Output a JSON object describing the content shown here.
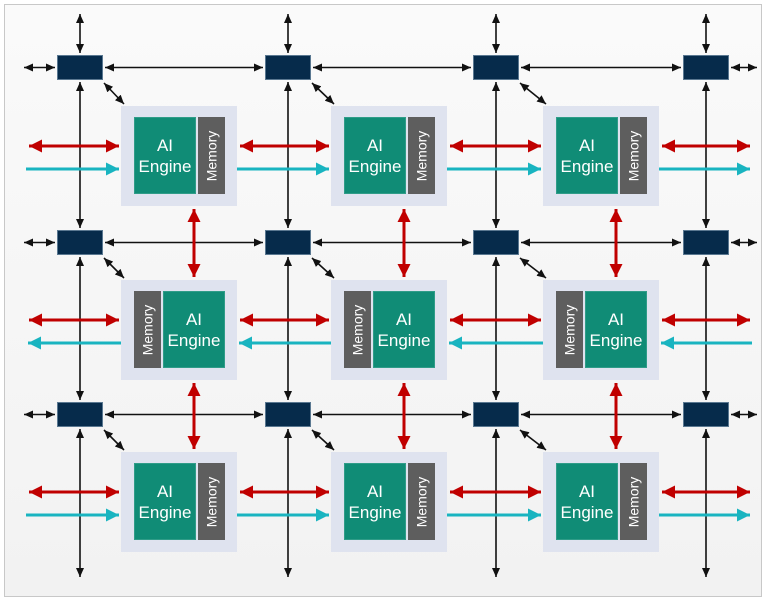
{
  "diagram": {
    "title": "AI Engine array",
    "grid": {
      "rows": 3,
      "cols": 3
    },
    "engine_label_line1": "AI",
    "engine_label_line2": "Engine",
    "memory_label": "Memory",
    "tiles": [
      {
        "row": 0,
        "col": 0,
        "memory_side": "right"
      },
      {
        "row": 0,
        "col": 1,
        "memory_side": "right"
      },
      {
        "row": 0,
        "col": 2,
        "memory_side": "right"
      },
      {
        "row": 1,
        "col": 0,
        "memory_side": "left"
      },
      {
        "row": 1,
        "col": 1,
        "memory_side": "left"
      },
      {
        "row": 1,
        "col": 2,
        "memory_side": "left"
      },
      {
        "row": 2,
        "col": 0,
        "memory_side": "right"
      },
      {
        "row": 2,
        "col": 1,
        "memory_side": "right"
      },
      {
        "row": 2,
        "col": 2,
        "memory_side": "right"
      }
    ],
    "switch_grid": {
      "rows": 3,
      "cols": 4
    },
    "colors": {
      "engine": "#108c76",
      "memory": "#5e5e5e",
      "tile_bg": "#dfe3ef",
      "switch": "#062b4b",
      "interconnect": "#111111",
      "memory_link": "#c00000",
      "cascade_stream": "#19b4c0"
    },
    "row_stream_direction": [
      "right",
      "left",
      "right"
    ]
  }
}
